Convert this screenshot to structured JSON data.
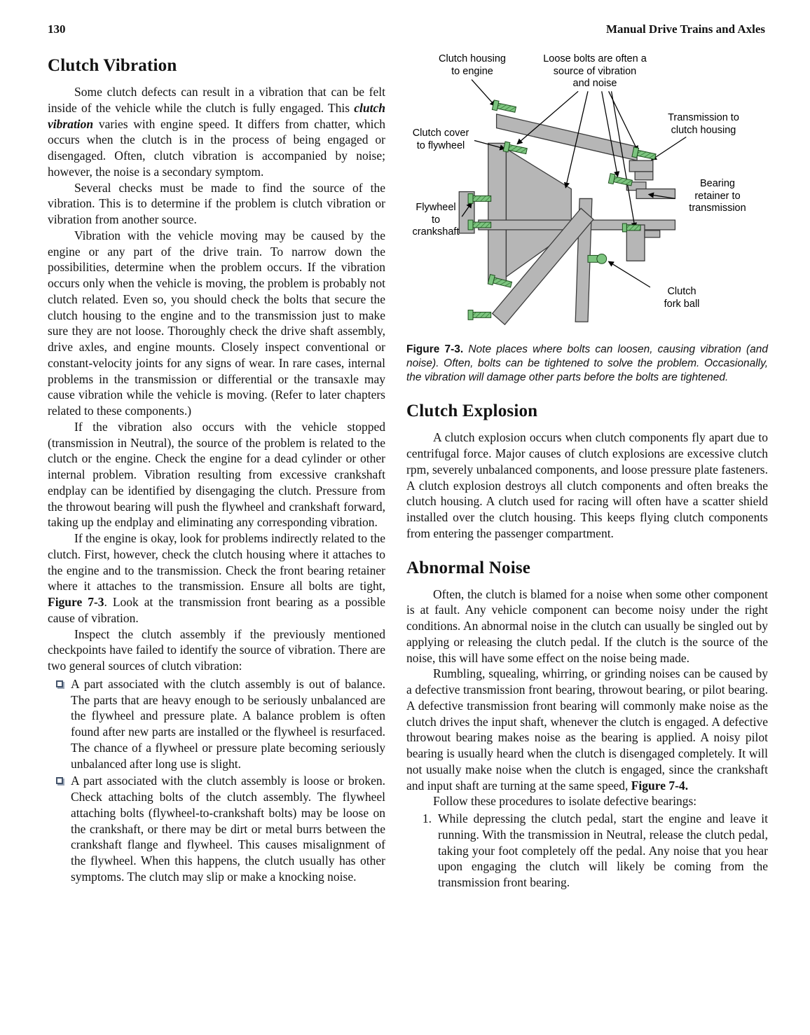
{
  "page": {
    "number": "130",
    "running_title": "Manual Drive Trains and Axles"
  },
  "clutch_vibration": {
    "title": "Clutch Vibration",
    "p1a": "Some clutch defects can result in a vibration that can be felt inside of the vehicle while the clutch is fully engaged. This ",
    "p1_term": "clutch vibration",
    "p1b": " varies with engine speed. It differs from chatter, which occurs when the clutch is in the process of being engaged or disengaged. Often, clutch vibration is accompanied by noise; however, the noise is a secondary symptom.",
    "p2": "Several checks must be made to find the source of the vibration. This is to determine if the problem is clutch vibration or vibration from another source.",
    "p3": "Vibration with the vehicle moving may be caused by the engine or any part of the drive train. To narrow down the possibilities, determine when the problem occurs. If the vibration occurs only when the vehicle is moving, the problem is probably not clutch related. Even so, you should check the bolts that secure the clutch housing to the engine and to the transmission just to make sure they are not loose. Thoroughly check the drive shaft assembly, drive axles, and engine mounts. Closely inspect conventional or constant-velocity joints for any signs of wear. In rare cases, internal problems in the transmission or differential or the transaxle may cause vibration while the vehicle is moving. (Refer to later chapters related to these components.)",
    "p4": "If the vibration also occurs with the vehicle stopped (transmission in Neutral), the source of the problem is related to the clutch or the engine. Check the engine for a dead cylinder or other internal problem. Vibration resulting from excessive crankshaft endplay can be identified by disengaging the clutch. Pressure from the throwout bearing will push the flywheel and crankshaft forward, taking up the endplay and eliminating any corresponding vibration.",
    "p5a": "If the engine is okay, look for problems indirectly related to the clutch. First, however, check the clutch housing where it attaches to the engine and to the transmission. Check the front bearing retainer where it attaches to the transmission. Ensure all bolts are tight, ",
    "p5_ref": "Figure 7-3",
    "p5b": ". Look at the transmission front bearing as a possible cause of vibration.",
    "p6": "Inspect the clutch assembly if the previously mentioned checkpoints have failed to identify the source of vibration. There are two general sources of clutch vibration:",
    "bullets": [
      "A part associated with the clutch assembly is out of balance. The parts that are heavy enough to be seriously unbalanced are the flywheel and pressure plate. A balance problem is often found after new parts are installed or the flywheel is resurfaced. The chance of a flywheel or pressure plate becoming seriously unbalanced after long use is slight.",
      "A part associated with the clutch assembly is loose or broken. Check attaching bolts of the clutch assembly. The flywheel attaching bolts (flywheel-to-crankshaft bolts) may be loose on the crankshaft, or there may be dirt or metal burrs between the crankshaft flange and flywheel. This causes misalignment of the flywheel. When this happens, the clutch usually has other symptoms. The clutch may slip or make a knocking noise."
    ]
  },
  "figure": {
    "labels": {
      "clutch_housing_engine": "Clutch housing\nto engine",
      "loose_bolts": "Loose bolts are often a\nsource of vibration\nand noise",
      "transmission_clutch_housing": "Transmission to\nclutch housing",
      "clutch_cover_flywheel": "Clutch cover\nto flywheel",
      "bearing_retainer": "Bearing\nretainer to\ntransmission",
      "flywheel_crankshaft": "Flywheel\nto\ncrankshaft",
      "clutch_fork_ball": "Clutch\nfork ball"
    },
    "caption_label": "Figure 7-3.",
    "caption_text": " Note places where bolts can loosen, causing vibration (and noise). Often, bolts can be tightened to solve the problem. Occasionally, the vibration will damage other parts before the bolts are tightened.",
    "colors": {
      "part_gray": "#b6b6b6",
      "bolt_green": "#7cc47f",
      "hatch_line": "#2d6a2d"
    }
  },
  "clutch_explosion": {
    "title": "Clutch Explosion",
    "p1": "A clutch explosion occurs when clutch components fly apart due to centrifugal force. Major causes of clutch explosions are excessive clutch rpm, severely unbalanced components, and loose pressure plate fasteners. A clutch explosion destroys all clutch components and often breaks the clutch housing. A clutch used for racing will often have a scatter shield installed over the clutch housing. This keeps flying clutch components from entering the passenger compartment."
  },
  "abnormal_noise": {
    "title": "Abnormal Noise",
    "p1": "Often, the clutch is blamed for a noise when some other component is at fault. Any vehicle component can become noisy under the right conditions. An abnormal noise in the clutch can usually be singled out by applying or releasing the clutch pedal. If the clutch is the source of the noise, this will have some effect on the noise being made.",
    "p2a": "Rumbling, squealing, whirring, or grinding noises can be caused by a defective transmission front bearing, throwout bearing, or pilot bearing. A defective transmission front bearing will commonly make noise as the clutch drives the input shaft, whenever the clutch is engaged. A defective throwout bearing makes noise as the bearing is applied. A noisy pilot bearing is usually heard when the clutch is disengaged completely. It will not usually make noise when the clutch is engaged, since the crankshaft and input shaft are turning at the same speed, ",
    "p2_ref": "Figure 7-4.",
    "p3": "Follow these procedures to isolate defective bearings:",
    "item1_num": "1.",
    "item1": "While depressing the clutch pedal, start the engine and leave it running. With the transmission in Neutral, release the clutch pedal, taking your foot completely off the pedal. Any noise that you hear upon engaging the clutch will likely be coming from the transmission front bearing."
  }
}
